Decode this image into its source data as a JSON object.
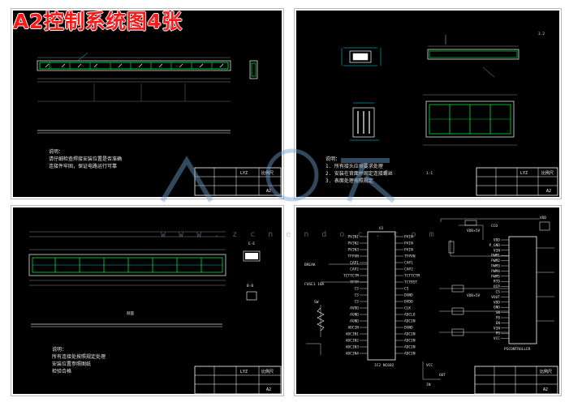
{
  "title": "A2控制系统图4张",
  "watermark": {
    "url": "w w w . z c n e n d o c . c o m"
  },
  "sheets": {
    "s1": {
      "notes": [
        "说明：",
        "请仔细检查焊接安装位置是否准确",
        "连接件牢固，保证电路运行可靠"
      ]
    },
    "s2": {
      "notes": [
        "说明：",
        "1. 所有接头应按要求处理",
        "2. 安装在背面并固定连接螺丝",
        "3. 表面处理按照规定"
      ],
      "section_label": "1:1",
      "corner": "3.2"
    },
    "s3": {
      "notes": [
        "说明：",
        "所有连接处按照规定处理",
        "安装位置参照图纸",
        "检验合格"
      ],
      "labels": [
        "E-E",
        "B-B",
        "剖面"
      ]
    },
    "s4": {
      "chip_left": {
        "label": "U1",
        "part": "IC2 NC682",
        "pins_left": [
          "PVIN1",
          "PVIN2",
          "PVIN3",
          "TFPVN",
          "CAP1",
          "CAP2",
          "TCTTCTM",
          "TFTP",
          "CS",
          "CS",
          "CS",
          "AVDD",
          "AGND",
          "AGND",
          "ADCIN",
          "ADCIN1",
          "ADCIN2",
          "ADCIN3",
          "ADCIN4"
        ],
        "pins_right": [
          "PVIN",
          "PVIN",
          "PVIN",
          "TFPVN",
          "CAP1",
          "CAP2",
          "TCTTCTM",
          "TCTRST",
          "CS",
          "DGND",
          "DVDD",
          "CLK",
          "ADCLD",
          "ADCIN",
          "DGND",
          "ADCIN",
          "ADCIN",
          "ADCIN",
          "ADCIN"
        ]
      },
      "chip_right": {
        "part": "PSCONTROLLER",
        "pins": [
          "VDD",
          "P_GND",
          "VIN",
          "PWM1",
          "PWM2",
          "PWM3",
          "PWM4",
          "PWM5",
          "RTD",
          "OCP",
          "CS",
          "VOUT",
          "VDD",
          "GND",
          "SW",
          "FB",
          "EN",
          "VIN",
          "PG",
          "VCC"
        ]
      },
      "labels": [
        "BREAK",
        "FUSE1 10A",
        "SW",
        "VDD+5V",
        "VDD+5V",
        "CCO",
        "VDD",
        "OUT",
        "IN",
        "VCC"
      ]
    },
    "titleblock": {
      "row1": [
        "LYZ",
        "",
        "比例尺",
        ""
      ],
      "row2": [
        "",
        "",
        "A2",
        ""
      ],
      "row3": [
        "",
        "",
        "",
        ""
      ]
    }
  }
}
